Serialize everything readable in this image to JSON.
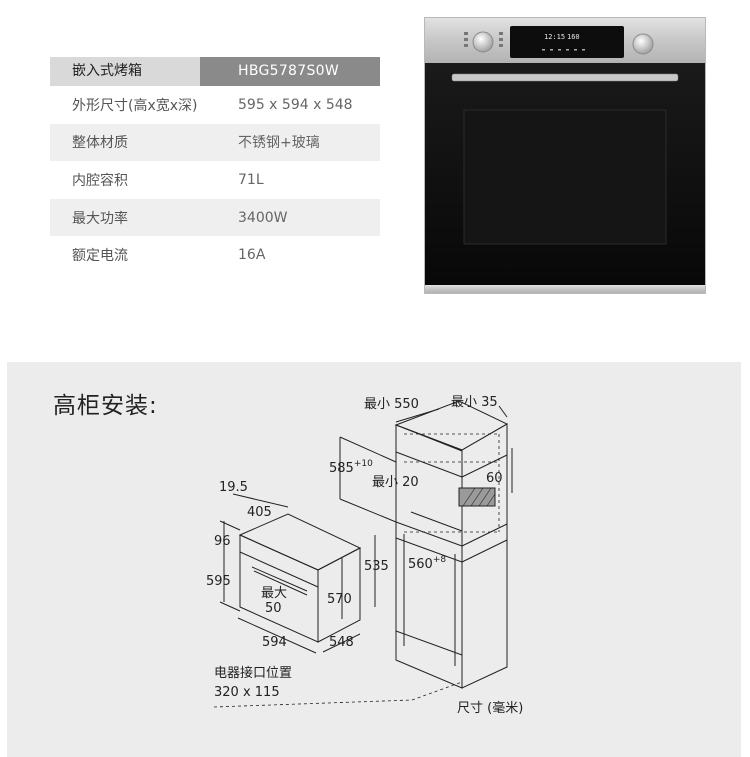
{
  "spec_table": {
    "header": {
      "label": "嵌入式烤箱",
      "model": "HBG5787S0W"
    },
    "rows": [
      {
        "label": "外形尺寸(高x宽x深)",
        "value": "595 x 594 x 548"
      },
      {
        "label": "整体材质",
        "value": "不锈钢+玻璃"
      },
      {
        "label": "内腔容积",
        "value": "71L"
      },
      {
        "label": "最大功率",
        "value": "3400W"
      },
      {
        "label": "额定电流",
        "value": "16A"
      }
    ]
  },
  "oven_display": {
    "time": "12:15",
    "temp": "160"
  },
  "install": {
    "title": "高柜安装:",
    "oven_dims": {
      "top_gap": "19.5",
      "top_depth": "405",
      "panel_height": "96",
      "height": "595",
      "max_label": "最大",
      "max_value": "50",
      "inner_height": "570",
      "side_height": "535",
      "width": "594",
      "depth": "548"
    },
    "cabinet_dims": {
      "min_depth": "最小 550",
      "min_gap": "最小 35",
      "niche_height_base": "585",
      "niche_height_sup": "+10",
      "vent": "60",
      "min_vent": "最小 20",
      "niche_size_base": "560",
      "niche_size_sup": "+8"
    },
    "connection_label": "电器接口位置",
    "connection_size": "320 x 115",
    "unit_note": "尺寸 (毫米)"
  }
}
